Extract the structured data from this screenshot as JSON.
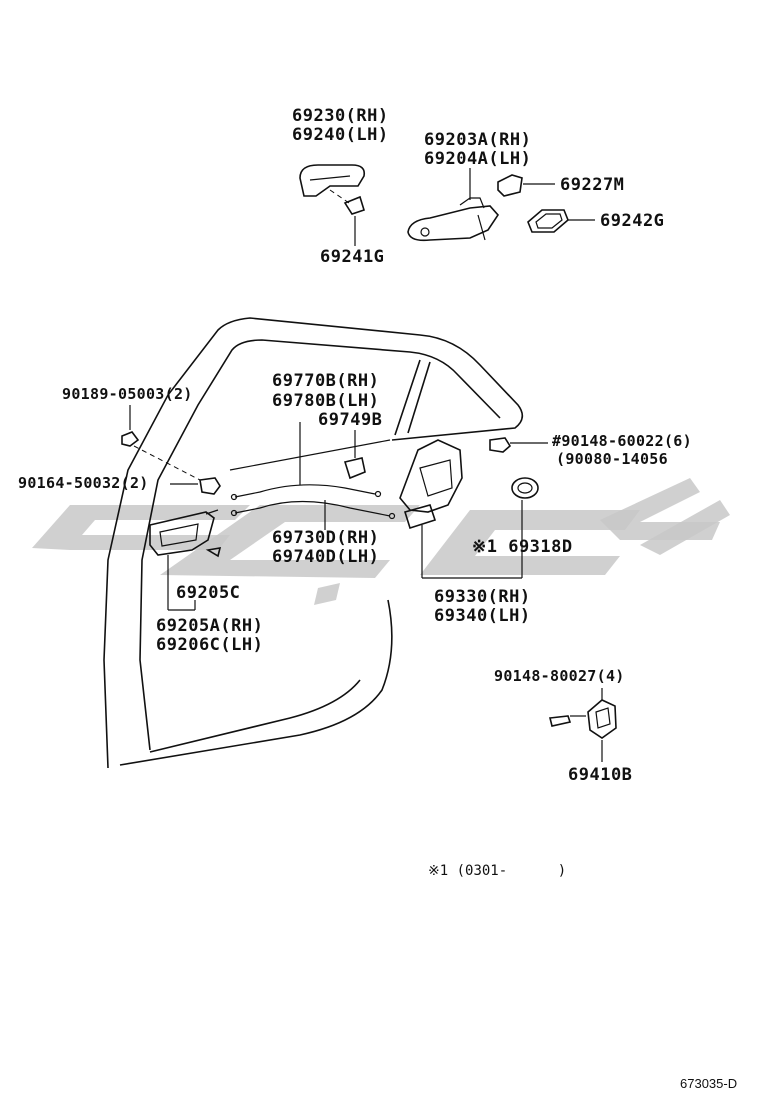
{
  "parts": {
    "p69230": "69230(RH)",
    "p69240": "69240(LH)",
    "p69241G": "69241G",
    "p69203A": "69203A(RH)",
    "p69204A": "69204A(LH)",
    "p69227M": "69227M",
    "p69242G": "69242G",
    "p90189": "90189-05003(2)",
    "p69770B": "69770B(RH)",
    "p69780B": "69780B(LH)",
    "p69749B": "69749B",
    "p90148_60022": "#90148-60022(6)",
    "p90080": "(90080-14056",
    "p90164": "90164-50032(2)",
    "p69730D": "69730D(RH)",
    "p69740D": "69740D(LH)",
    "p69318D": "※1 69318D",
    "p69205C": "69205C",
    "p69205A": "69205A(RH)",
    "p69206C": "69206C(LH)",
    "p69330": "69330(RH)",
    "p69340": "69340(LH)",
    "p90148_80027": "90148-80027(4)",
    "p69410B": "69410B"
  },
  "footnote": "※1 (0301-      )",
  "diagram_code": "673035-D"
}
